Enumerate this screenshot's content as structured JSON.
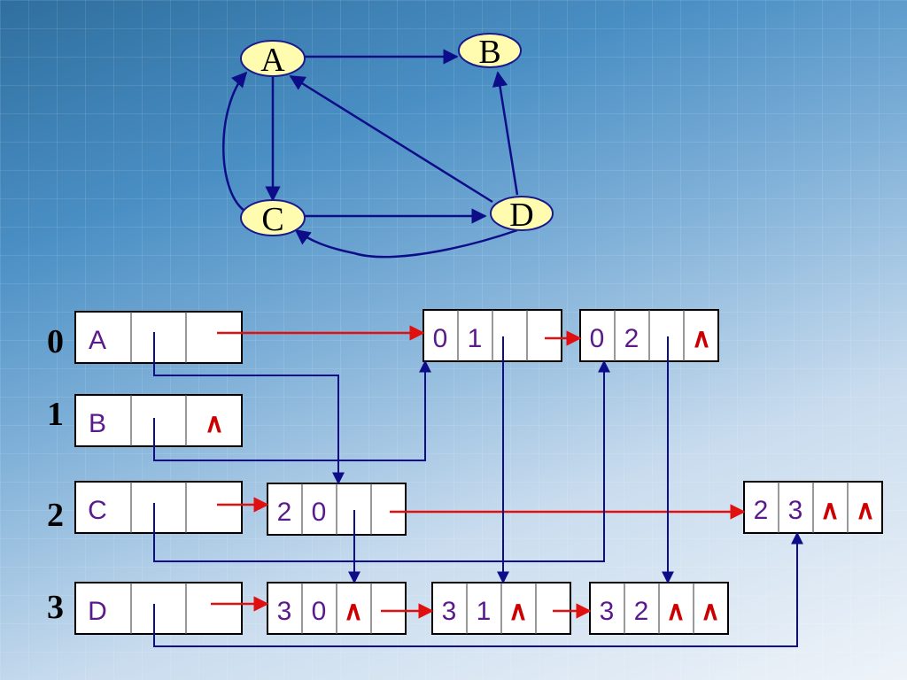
{
  "graph": {
    "nodes": [
      "A",
      "B",
      "C",
      "D"
    ]
  },
  "indices": [
    "0",
    "1",
    "2",
    "3"
  ],
  "vertex_rows": [
    {
      "label": "A",
      "second": ""
    },
    {
      "label": "B",
      "second": "∧"
    },
    {
      "label": "C",
      "second": ""
    },
    {
      "label": "D",
      "second": ""
    }
  ],
  "arc_nodes": {
    "a01": [
      "0",
      "1",
      "",
      ""
    ],
    "a02": [
      "0",
      "2",
      "",
      "∧"
    ],
    "a20": [
      "2",
      "0",
      "",
      ""
    ],
    "a23": [
      "2",
      "3",
      "∧",
      "∧"
    ],
    "a30": [
      "3",
      "0",
      "∧",
      ""
    ],
    "a31": [
      "3",
      "1",
      "∧",
      ""
    ],
    "a32": [
      "3",
      "2",
      "∧",
      "∧"
    ]
  }
}
